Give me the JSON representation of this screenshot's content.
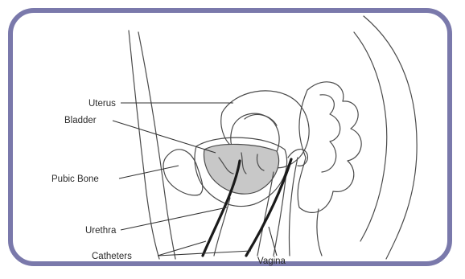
{
  "labels": {
    "uterus": "Uterus",
    "bladder": "Bladder",
    "pubic_bone": "Pubic Bone",
    "urethra": "Urethra",
    "catheters": "Catheters",
    "vagina": "Vagina"
  },
  "colors": {
    "frame_border": "#7a79ab",
    "bladder_fill": "#c8c8c8",
    "outline": "#4a4a4a",
    "catheter": "#1a1a1a"
  }
}
